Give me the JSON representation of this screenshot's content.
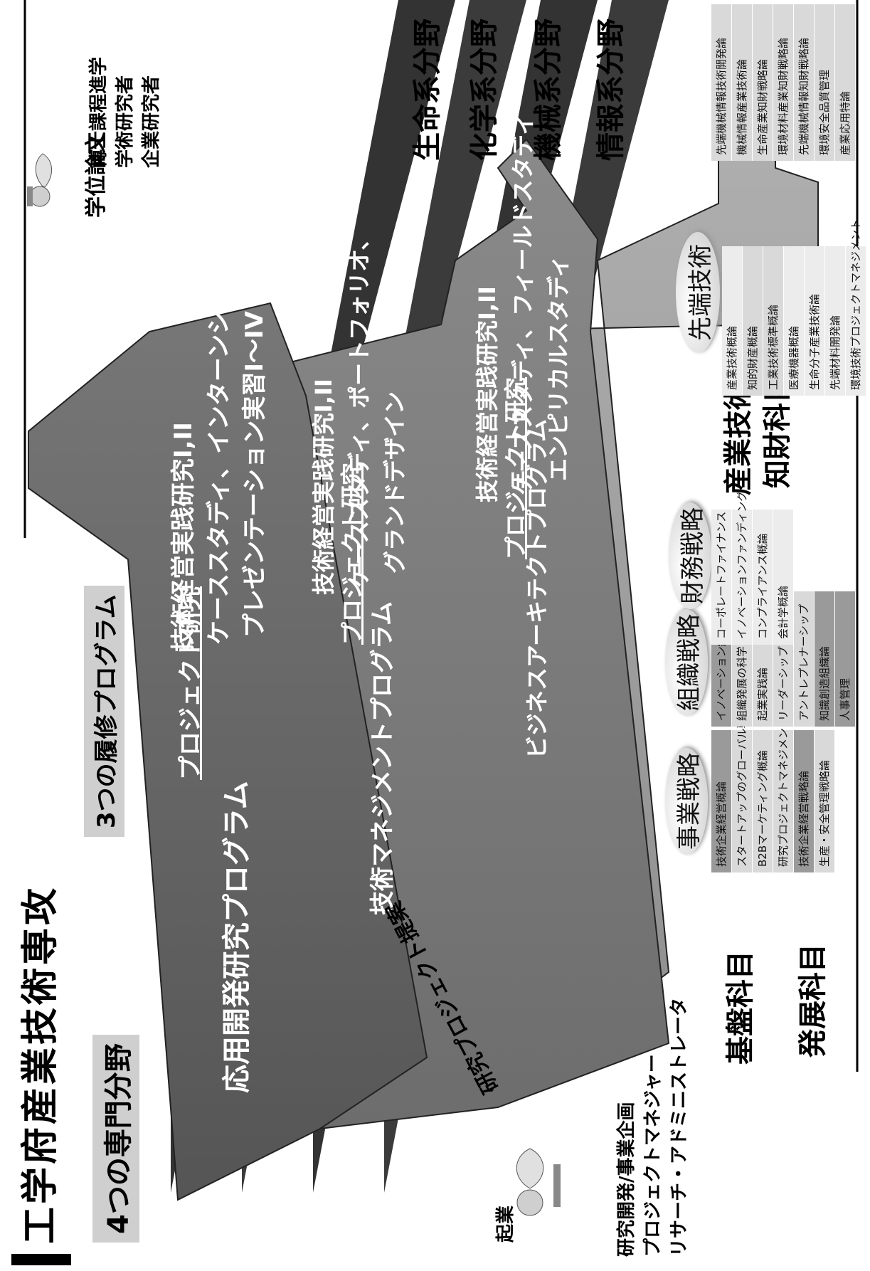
{
  "title": "工学府産業技術専攻",
  "four_fields_label": "4つの専門分野",
  "programs_label": "3つの履修プログラム",
  "degree": {
    "title": "学位論文",
    "lines": [
      "博士課程進学",
      "学術研究者",
      "企業研究者"
    ]
  },
  "fields": [
    "生命系分野",
    "化学系分野",
    "機械系分野",
    "情報系分野"
  ],
  "programs": [
    {
      "name": "応用開発研究プログラム",
      "sub": "プロジェクト研究",
      "detail_1": "技術経営実践研究I,II",
      "detail_2": "ケーススタディ、インターンシップ",
      "detail_3": "プレゼンテーション実習I～IV"
    },
    {
      "name": "技術マネジメントプログラム",
      "sub": "プロジェクト研究",
      "detail_1": "技術経営実践研究I,II",
      "detail_2": "ケーススタディ、ポートフォリオ、",
      "detail_3": "グランドデザイン"
    },
    {
      "name": "ビジネスアーキテクトプログラム",
      "sub": "プロジェクト研究",
      "detail_1": "技術経営実践研究I,II",
      "detail_2": "ケーススタディ、フィールドスタディ",
      "detail_3": "エンピリカルスタディ"
    }
  ],
  "start": {
    "label": "起業",
    "proposal": "研究プロジェクト提案",
    "roles": [
      "研究開発/事業企画",
      "プロジェクトマネジャー",
      "リサーチ・アドミニストレータ"
    ]
  },
  "categories": {
    "basic": "基盤科目",
    "advanced": "発展科目",
    "industrial_1": "産業技術・",
    "industrial_2": "知財科目"
  },
  "groups": {
    "business": {
      "name": "事業戦略",
      "items": [
        "技術企業経営概論",
        "スタートアップのグローバル戦略",
        "B2Bマーケティング概論",
        "研究プロジェクトマネジメント",
        "技術企業経営戦略論",
        "生産・安全管理戦略論"
      ]
    },
    "organization": {
      "name": "組織戦略",
      "items": [
        "イノベーション組織論",
        "組織発展の科学",
        "起業実践論",
        "リーダーシップ",
        "アントレプレナーシップ",
        "知識創造組織論",
        "人事管理"
      ]
    },
    "finance": {
      "name": "財務戦略",
      "items": [
        "コーポレートファイナンス",
        "イノベーションファンディング",
        "コンプライアンス概論",
        "会計学概論"
      ]
    },
    "advanced_tech": {
      "name": "先端技術",
      "items": [
        "産業技術概論",
        "知的財産概論",
        "工業技術標準概論",
        "医療機器概論",
        "生命分子産業技術論",
        "先端材料開発論",
        "環境技術プロジェクトマネジメント"
      ]
    },
    "strategy": {
      "items": [
        "先端機械情報技術開発論",
        "機械情報産業技術論",
        "生命産業知財戦略論",
        "環境材料産業知財戦略論",
        "先端機械情報知財戦略論",
        "環境安全品質管理",
        "産業応用特論"
      ]
    }
  }
}
